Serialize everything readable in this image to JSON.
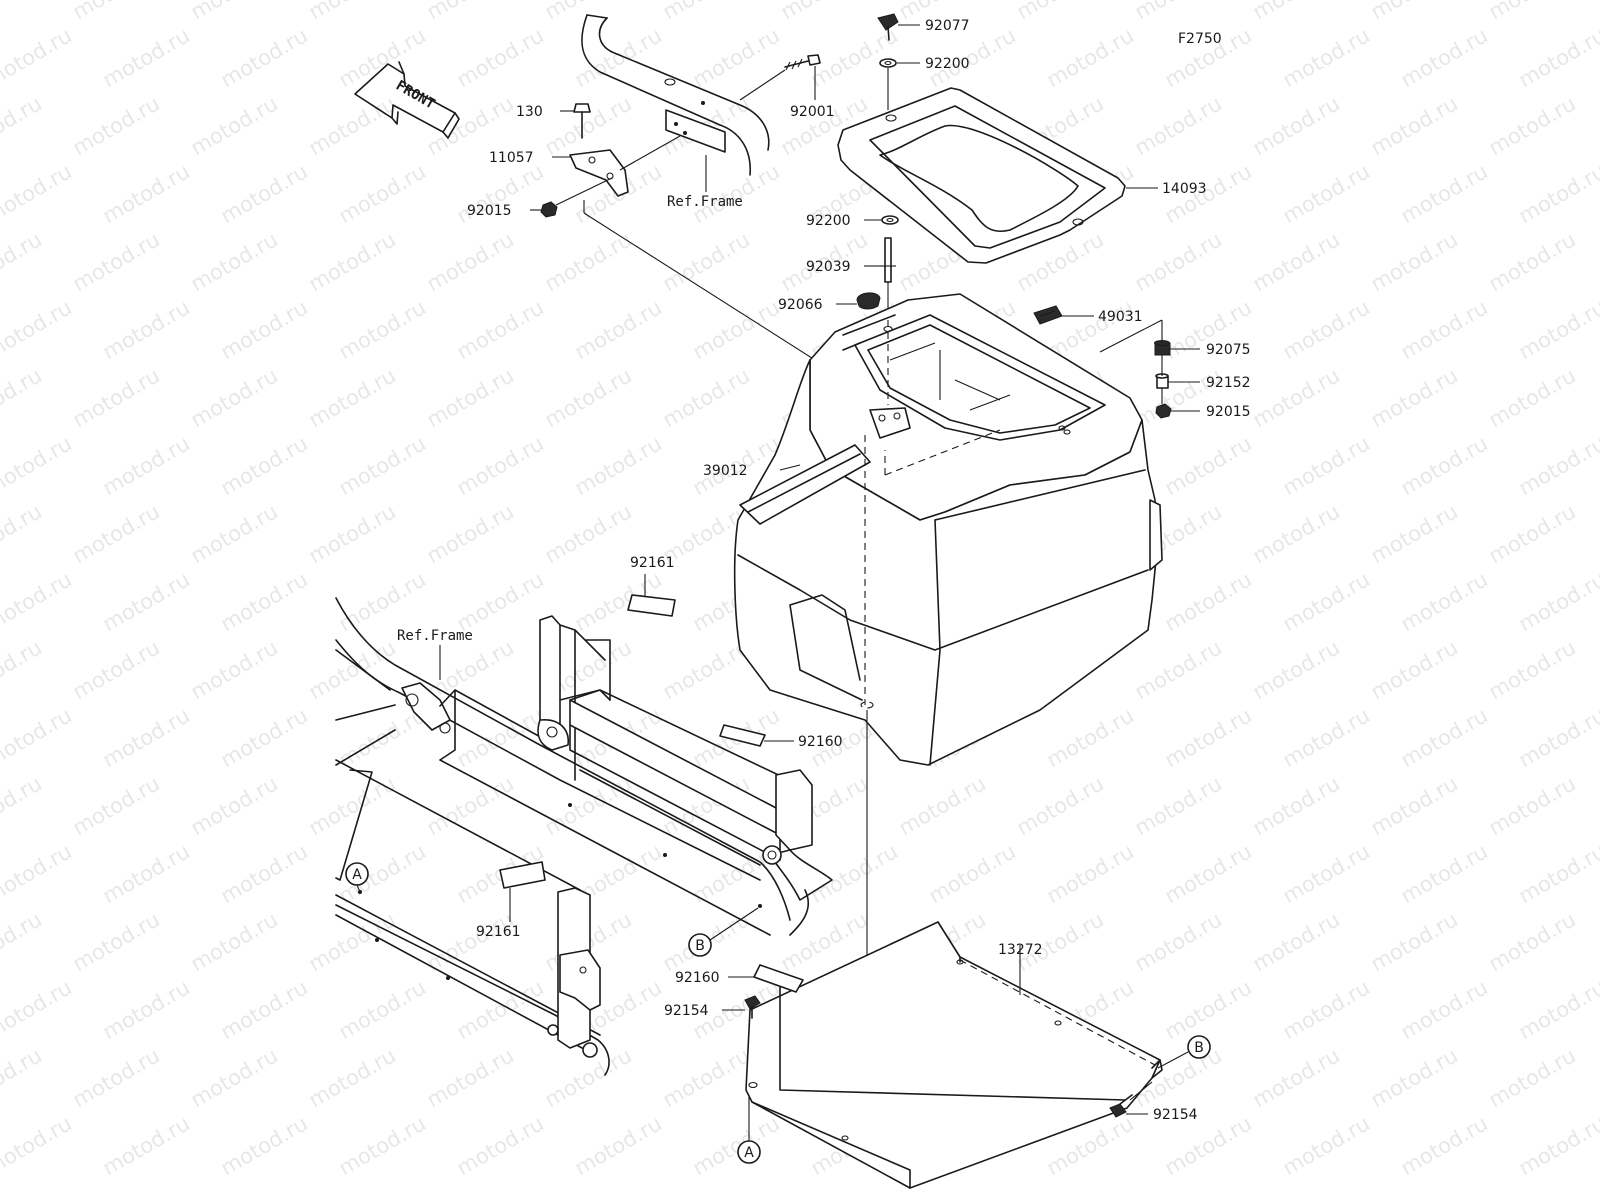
{
  "diagram_code": "F2750",
  "front_label": "FRONT",
  "watermark": "motod.ru",
  "ref_frame_label": "Ref.Frame",
  "ref_points": {
    "a": "A",
    "b": "B"
  },
  "parts": {
    "p92077": "92077",
    "p92200_top": "92200",
    "p92001": "92001",
    "p130": "130",
    "p11057": "11057",
    "p92015_left": "92015",
    "p14093": "14093",
    "p92200_mid": "92200",
    "p92039": "92039",
    "p92066": "92066",
    "p49031": "49031",
    "p92075": "92075",
    "p92152": "92152",
    "p92015_right": "92015",
    "p39012": "39012",
    "p92161_top": "92161",
    "p92160_mid": "92160",
    "p92161_bottom": "92161",
    "p13272": "13272",
    "p92160_low": "92160",
    "p92154_left": "92154",
    "p92154_right": "92154"
  }
}
